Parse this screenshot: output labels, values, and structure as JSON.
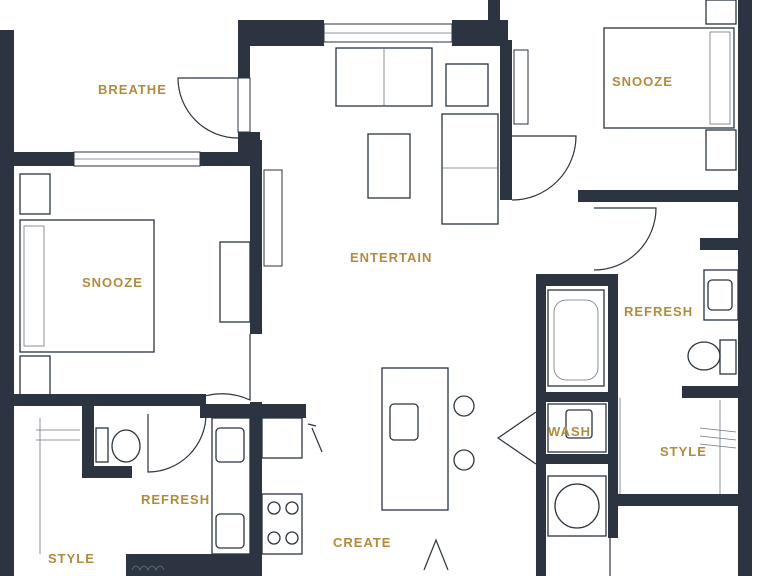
{
  "rooms": {
    "breathe": "BREATHE",
    "snooze_top_right": "SNOOZE",
    "snooze_left": "SNOOZE",
    "entertain": "ENTERTAIN",
    "refresh_right": "REFRESH",
    "refresh_bottom_left": "REFRESH",
    "wash": "WASH",
    "style_right": "STYLE",
    "style_left": "STYLE",
    "create": "CREATE"
  },
  "colors": {
    "wall": "#2b3440",
    "label": "#b48a3c",
    "background": "#ffffff"
  }
}
